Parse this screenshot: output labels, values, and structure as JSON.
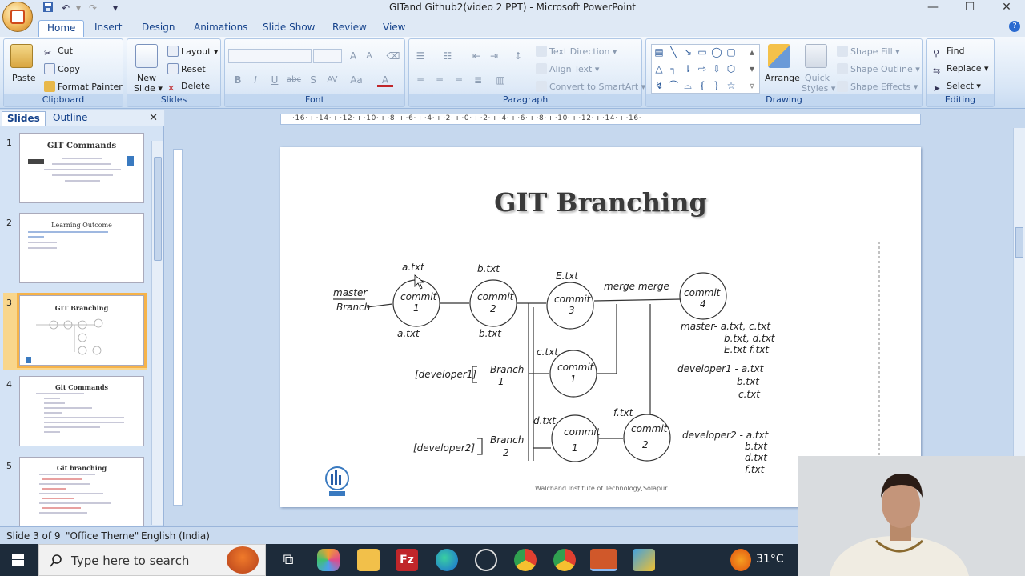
{
  "window": {
    "title": "GITand Github2(video 2 PPT) - Microsoft PowerPoint",
    "minimize": "—",
    "maximize": "☐",
    "close": "✕"
  },
  "tabs": [
    "Home",
    "Insert",
    "Design",
    "Animations",
    "Slide Show",
    "Review",
    "View"
  ],
  "active_tab": "Home",
  "ribbon": {
    "clipboard": {
      "label": "Clipboard",
      "paste": "Paste",
      "cut": "Cut",
      "copy": "Copy",
      "format_painter": "Format Painter"
    },
    "slides": {
      "label": "Slides",
      "new_slide_1": "New",
      "new_slide_2": "Slide ▾",
      "layout": "Layout ▾",
      "reset": "Reset",
      "delete": "Delete"
    },
    "font": {
      "label": "Font",
      "bold": "B",
      "italic": "I",
      "underline": "U",
      "strike": "abc",
      "shadow": "S",
      "spacing": "AV",
      "case": "Aa",
      "color": "A",
      "grow": "A",
      "shrink": "A"
    },
    "paragraph": {
      "label": "Paragraph",
      "text_direction": "Text Direction ▾",
      "align_text": "Align Text ▾",
      "convert": "Convert to SmartArt ▾"
    },
    "drawing": {
      "label": "Drawing",
      "arrange": "Arrange",
      "quick_styles_1": "Quick",
      "quick_styles_2": "Styles ▾",
      "shape_fill": "Shape Fill ▾",
      "shape_outline": "Shape Outline ▾",
      "shape_effects": "Shape Effects ▾"
    },
    "editing": {
      "label": "Editing",
      "find": "Find",
      "replace": "Replace ▾",
      "select": "Select ▾"
    }
  },
  "panes": {
    "slides_tab": "Slides",
    "outline_tab": "Outline",
    "close": "✕"
  },
  "thumbnails": [
    {
      "num": "1",
      "title": "GIT Commands"
    },
    {
      "num": "2",
      "title": "Learning Outcome"
    },
    {
      "num": "3",
      "title": "GIT Branching"
    },
    {
      "num": "4",
      "title": "Git Commands"
    },
    {
      "num": "5",
      "title": "Git branching"
    }
  ],
  "ruler": {
    "labels": "·16· ı ·14· ı ·12· ı ·10· ı ·8· ı ·6· ı ·4· ı ·2· ı ·0· ı ·2· ı ·4· ı ·6· ı ·8· ı ·10· ı ·12· ı ·14· ı ·16·"
  },
  "slide": {
    "title": "GIT Branching",
    "footer": "Walchand Institute of Technology,Solapur",
    "sketch": {
      "master_label_1": "master",
      "master_label_2": "Branch",
      "c1_top": "a.txt",
      "c1_a": "commit",
      "c1_b": "1",
      "c1_bottom": "a.txt",
      "c2_top": "b.txt",
      "c2_a": "commit",
      "c2_b": "2",
      "c2_bottom": "b.txt",
      "c3_top": "E.txt",
      "c3_a": "commit",
      "c3_b": "3",
      "merge_text": "merge  merge",
      "c4_a": "commit",
      "c4_b": "4",
      "master_files_1": "master- a.txt,  c.txt",
      "master_files_2": "b.txt,      d.txt",
      "master_files_3": "E.txt    f.txt",
      "dev1_label": "[developer1]",
      "dev1_branch_1": "Branch",
      "dev1_branch_2": "1",
      "dev1_top": "c.txt",
      "dev1_a": "commit",
      "dev1_b": "1",
      "dev1_files_1": "developer1 - a.txt",
      "dev1_files_2": "b.txt",
      "dev1_files_3": "c.txt",
      "dev2_label": "[developer2]",
      "dev2_branch_1": "Branch",
      "dev2_branch_2": "2",
      "dev2_c1_top": "d.txt",
      "dev2_c1_a": "commit",
      "dev2_c1_b": "1",
      "dev2_c2_top": "f.txt",
      "dev2_c2_a": "commit",
      "dev2_c2_b": "2",
      "dev2_files_1": "developer2 - a.txt",
      "dev2_files_2": "b.txt",
      "dev2_files_3": "d.txt",
      "dev2_files_4": "f.txt"
    }
  },
  "status": {
    "slide_pos": "Slide 3 of 9",
    "theme": "\"Office Theme\"",
    "language": "English (India)"
  },
  "taskbar": {
    "search_placeholder": "Type here to search",
    "temperature": "31°C"
  },
  "colors": {
    "ribbon_accent": "#15428b",
    "selected_thumb": "#f6b34a",
    "taskbar": "#1d2b3a"
  }
}
